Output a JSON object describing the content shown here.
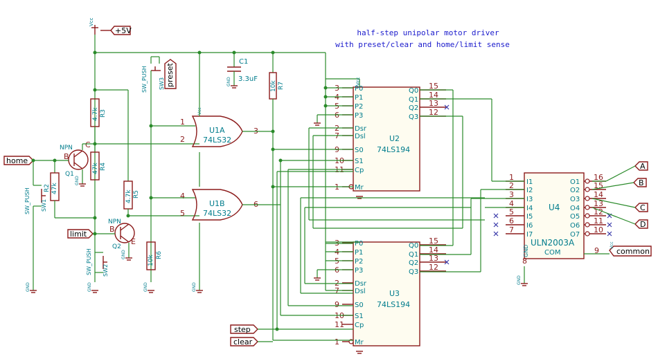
{
  "title": {
    "line1": "half-step unipolar motor driver",
    "line2": "with preset/clear and home/limit sense"
  },
  "power": {
    "vcc_flag": "+5V",
    "vcc_net": "Vcc"
  },
  "caps": [
    {
      "ref": "C1",
      "value": "3.3uF"
    }
  ],
  "resistors": [
    {
      "ref": "R3",
      "value": "4.7k"
    },
    {
      "ref": "R4",
      "value": "47k"
    },
    {
      "ref": "R2",
      "value": "47k"
    },
    {
      "ref": "R5",
      "value": "4.7k"
    },
    {
      "ref": "R6",
      "value": "10k"
    },
    {
      "ref": "R7",
      "value": "10k"
    }
  ],
  "transistors": [
    {
      "ref": "Q1",
      "type": "NPN"
    },
    {
      "ref": "Q2",
      "type": "NPN"
    }
  ],
  "switches": [
    {
      "ref": "SW1",
      "type": "SW_PUSH"
    },
    {
      "ref": "SW2",
      "type": "SW_PUSH"
    },
    {
      "ref": "SW3",
      "type": "SW_PUSH"
    }
  ],
  "gates": [
    {
      "ref": "U1A",
      "part": "74LS32",
      "in": [
        "1",
        "2"
      ],
      "out": "3"
    },
    {
      "ref": "U1B",
      "part": "74LS32",
      "in": [
        "4",
        "5"
      ],
      "out": "6"
    }
  ],
  "registers": [
    {
      "ref": "U2",
      "part": "74LS194"
    },
    {
      "ref": "U3",
      "part": "74LS194"
    }
  ],
  "reg_left_pins": [
    {
      "num": "3",
      "name": "P0"
    },
    {
      "num": "4",
      "name": "P1"
    },
    {
      "num": "5",
      "name": "P2"
    },
    {
      "num": "6",
      "name": "P3"
    },
    {
      "num": "2",
      "name": "Dsr"
    },
    {
      "num": "7",
      "name": "Dsl"
    },
    {
      "num": "9",
      "name": "S0"
    },
    {
      "num": "10",
      "name": "S1"
    },
    {
      "num": "11",
      "name": "Cp"
    },
    {
      "num": "1",
      "name": "Mr"
    }
  ],
  "reg_right_pins": [
    {
      "num": "15",
      "name": "Q0"
    },
    {
      "num": "14",
      "name": "Q1"
    },
    {
      "num": "13",
      "name": "Q2"
    },
    {
      "num": "12",
      "name": "Q3"
    }
  ],
  "driver": {
    "ref": "U4",
    "part": "ULN2003A",
    "inputs": [
      {
        "num": "1",
        "name": "I1"
      },
      {
        "num": "2",
        "name": "I2"
      },
      {
        "num": "3",
        "name": "I3"
      },
      {
        "num": "4",
        "name": "I4"
      },
      {
        "num": "5",
        "name": "I5"
      },
      {
        "num": "6",
        "name": "I6"
      },
      {
        "num": "7",
        "name": "I7"
      }
    ],
    "outputs": [
      {
        "num": "16",
        "name": "O1"
      },
      {
        "num": "15",
        "name": "O2"
      },
      {
        "num": "14",
        "name": "O3"
      },
      {
        "num": "13",
        "name": "O4"
      },
      {
        "num": "12",
        "name": "O5"
      },
      {
        "num": "11",
        "name": "O6"
      },
      {
        "num": "10",
        "name": "O7"
      }
    ],
    "com_pin": "9",
    "com_name": "COM",
    "gnd_pin": "8",
    "gnd_name": "GND"
  },
  "labels": {
    "home": "home",
    "limit": "limit",
    "preset": "preset",
    "step": "step",
    "clear": "clear",
    "common": "common"
  },
  "motor_pins": [
    "A",
    "B",
    "C",
    "D"
  ],
  "gnd_label": "GND",
  "vcc_label": "Vcc",
  "pin_names": {
    "b": "B",
    "c": "C",
    "e": "E"
  }
}
